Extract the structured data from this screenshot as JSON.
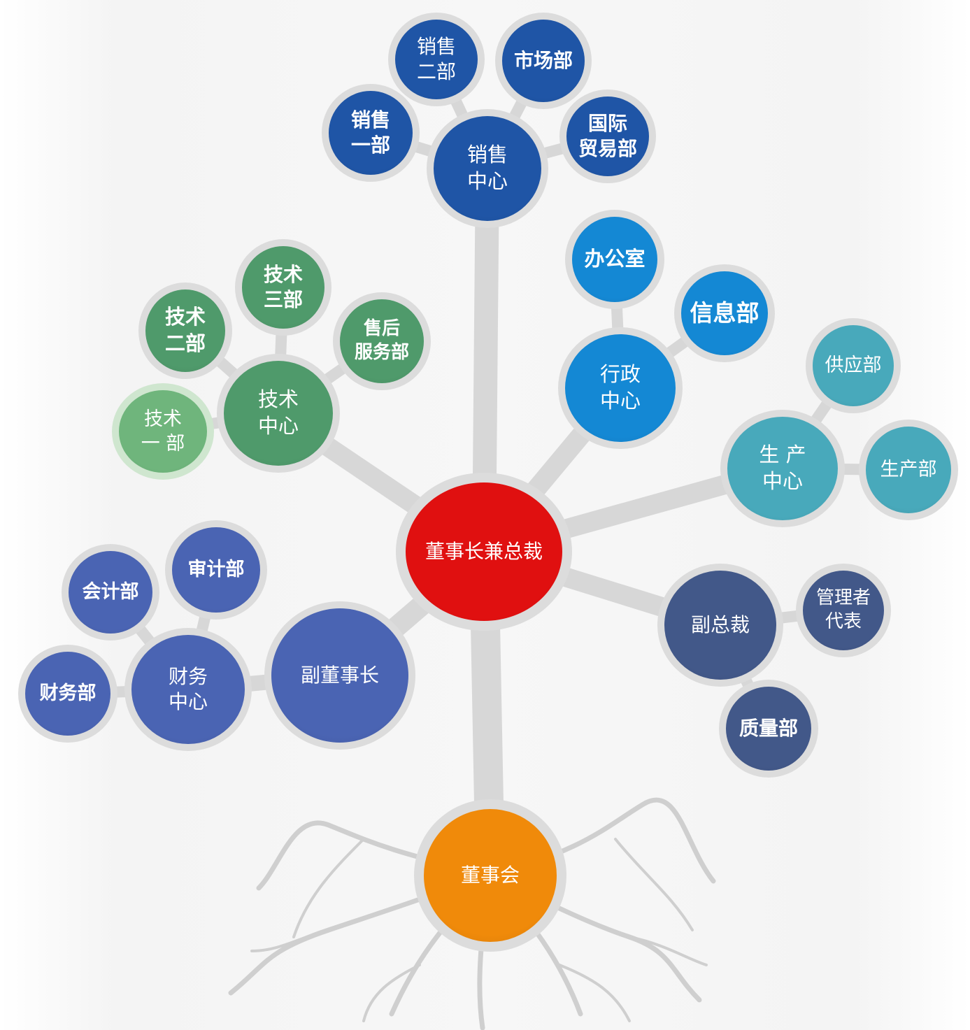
{
  "colors": {
    "trunk": "#d7d7d7",
    "ring": "#dcdcdc",
    "root_lines": "#cfcfcf",
    "sales": "#1f55a6",
    "admin": "#1488d4",
    "production": "#48a9bb",
    "tech": "#4f9a6b",
    "tech_light": "#6fb57c",
    "finance": "#4a64b3",
    "vp": "#425889",
    "chairman": "#e01010",
    "board": "#f08a0a"
  },
  "nodes": {
    "chairman": {
      "label": "董事长兼总裁"
    },
    "board": {
      "label": "董事会"
    },
    "sales_center": {
      "label": "销售\n中心"
    },
    "sales_1": {
      "label": "销售\n一部"
    },
    "sales_2": {
      "label": "销售\n二部"
    },
    "marketing": {
      "label": "市场部"
    },
    "intl_trade": {
      "label": "国际\n贸易部"
    },
    "admin_center": {
      "label": "行政\n中心"
    },
    "office": {
      "label": "办公室"
    },
    "info": {
      "label": "信息部"
    },
    "prod_center": {
      "label": "生 产\n中心"
    },
    "supply": {
      "label": "供应部"
    },
    "production": {
      "label": "生产部"
    },
    "tech_center": {
      "label": "技术\n中心"
    },
    "tech_1": {
      "label": "技术\n一 部"
    },
    "tech_2": {
      "label": "技术\n二部"
    },
    "tech_3": {
      "label": "技术\n三部"
    },
    "after_sales": {
      "label": "售后\n服务部"
    },
    "vice_chair": {
      "label": "副董事长"
    },
    "fin_center": {
      "label": "财务\n中心"
    },
    "accounting": {
      "label": "会计部"
    },
    "audit": {
      "label": "审计部"
    },
    "finance": {
      "label": "财务部"
    },
    "vp": {
      "label": "副总裁"
    },
    "mgmt_rep": {
      "label": "管理者\n代表"
    },
    "quality": {
      "label": "质量部"
    }
  }
}
